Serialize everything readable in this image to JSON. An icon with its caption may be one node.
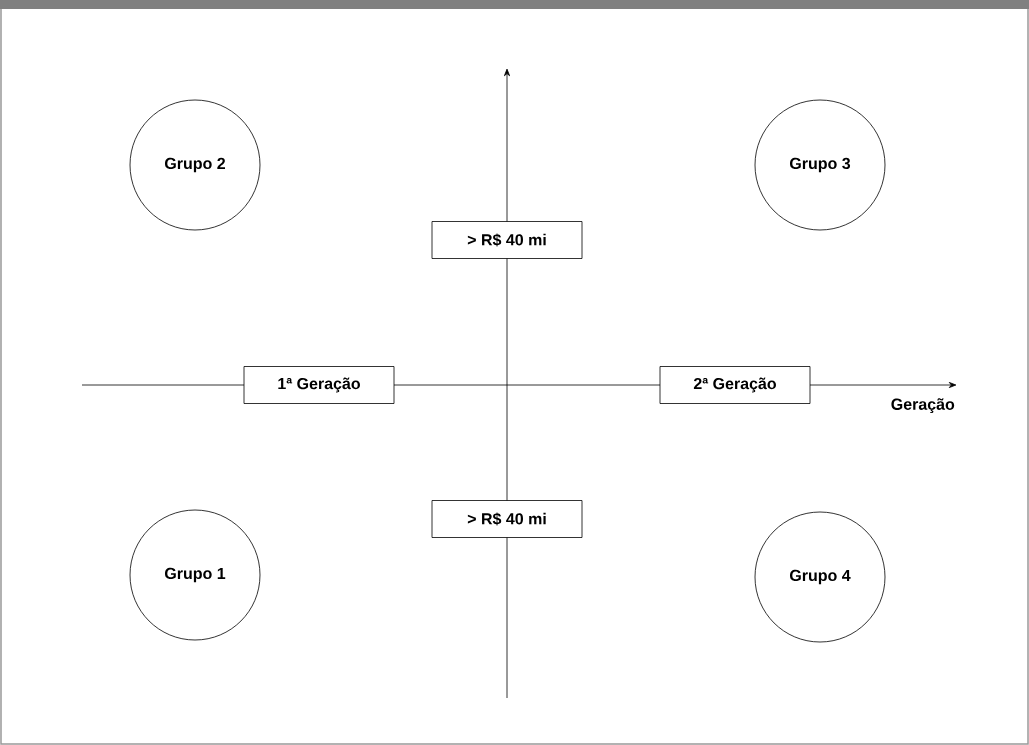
{
  "diagram": {
    "nodes": [
      {
        "text": [
          "Grupo 2"
        ]
      },
      {
        "text": [
          "Grupo 3"
        ]
      },
      {
        "text": [
          "> R$ 40 mi"
        ]
      },
      {
        "text": [
          "1ª Geração"
        ]
      },
      {
        "text": [
          "2ª Geração"
        ]
      },
      {
        "text": [
          "> R$ 40 mi"
        ]
      },
      {
        "text": [
          "Grupo 1"
        ]
      },
      {
        "text": [
          "Grupo 4"
        ]
      }
    ],
    "labels": [
      "Geração"
    ]
  }
}
